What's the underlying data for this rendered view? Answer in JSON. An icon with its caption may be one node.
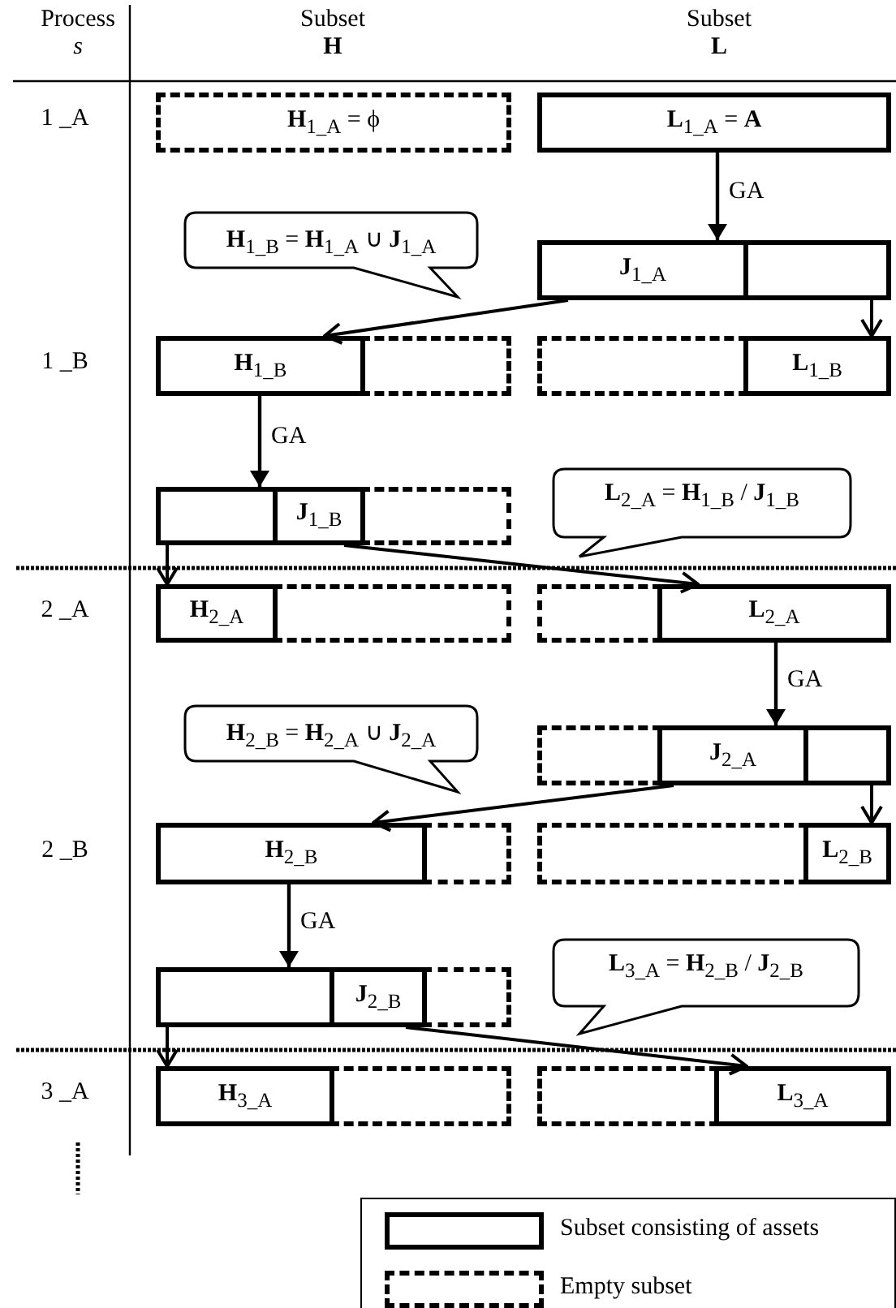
{
  "diagram": {
    "nodes": [
      {
        "text": [
          "**H**$_{1_A}$ = ϕ"
        ]
      },
      {
        "text": [
          "**L**$_{1_A}$ = **A**"
        ]
      },
      {
        "text": [
          "**J**$_{1_A}$"
        ]
      },
      {
        "text": [],
        "shape": "box"
      },
      {
        "text": [
          "**H**$_{1_B}$ = **H**$_{1_A}$ ∪ **J**$_{1_A}$"
        ]
      },
      {
        "text": [
          "**H**$_{1_B}$"
        ]
      },
      {
        "text": [],
        "shape": "box"
      },
      {
        "text": [],
        "shape": "box"
      },
      {
        "text": [
          "**L**$_{1_B}$"
        ]
      },
      {
        "text": [],
        "shape": "box"
      },
      {
        "text": [
          "**J**$_{1_B}$"
        ]
      },
      {
        "text": [],
        "shape": "box"
      },
      {
        "text": [
          "**L**$_{2_A}$ = **H**$_{1_B}$ / **J**$_{1_B}$"
        ]
      },
      {
        "text": [
          "**H**$_{2_A}$"
        ]
      },
      {
        "text": [],
        "shape": "box"
      },
      {
        "text": [],
        "shape": "box"
      },
      {
        "text": [
          "**L**$_{2_A}$"
        ]
      },
      {
        "text": [],
        "shape": "box"
      },
      {
        "text": [
          "**J**$_{2_A}$"
        ]
      },
      {
        "text": [],
        "shape": "box"
      },
      {
        "text": [
          "**H**$_{2_B}$ = **H**$_{2_A}$ ∪ **J**$_{2_A}$"
        ]
      },
      {
        "text": [
          "**H**$_{2_B}$"
        ]
      },
      {
        "text": [],
        "shape": "box"
      },
      {
        "text": [],
        "shape": "box"
      },
      {
        "text": [
          "**L**$_{2_B}$"
        ]
      },
      {
        "text": [],
        "shape": "box"
      },
      {
        "text": [
          "**J**$_{2_B}$"
        ]
      },
      {
        "text": [],
        "shape": "box"
      },
      {
        "text": [
          "**L**$_{3_A}$ = **H**$_{2_B}$ / **J**$_{2_B}$"
        ]
      },
      {
        "text": [
          "**H**$_{3_A}$"
        ]
      },
      {
        "text": [],
        "shape": "box"
      },
      {
        "text": [],
        "shape": "box"
      },
      {
        "text": [
          "**L**$_{3_A}$"
        ]
      }
    ],
    "edges": [
      {
        "from": 1,
        "to": 2,
        "arrow": "to",
        "label": "GA"
      },
      {
        "from": 2,
        "to": 5,
        "arrow": "to"
      },
      {
        "from": 3,
        "to": 8,
        "arrow": "to"
      },
      {
        "from": 5,
        "to": 9,
        "arrow": "to",
        "label": "GA"
      },
      {
        "from": 9,
        "to": 13,
        "arrow": "to"
      },
      {
        "from": 10,
        "to": 16,
        "arrow": "to"
      },
      {
        "from": 16,
        "to": 18,
        "arrow": "to",
        "label": "GA"
      },
      {
        "from": 18,
        "to": 21,
        "arrow": "to"
      },
      {
        "from": 19,
        "to": 24,
        "arrow": "to"
      },
      {
        "from": 21,
        "to": 25,
        "arrow": "to",
        "label": "GA"
      },
      {
        "from": 25,
        "to": 29,
        "arrow": "to"
      },
      {
        "from": 26,
        "to": 32,
        "arrow": "to"
      }
    ],
    "labels": [
      "Process",
      "s",
      "Subset",
      "H",
      "Subset",
      "L",
      "1 _A",
      "1 _B",
      "2 _A",
      "2 _B",
      "3 _A"
    ],
    "legend": [
      {
        "text": "Subset consisting of assets"
      },
      {
        "text": "Empty subset"
      }
    ]
  }
}
